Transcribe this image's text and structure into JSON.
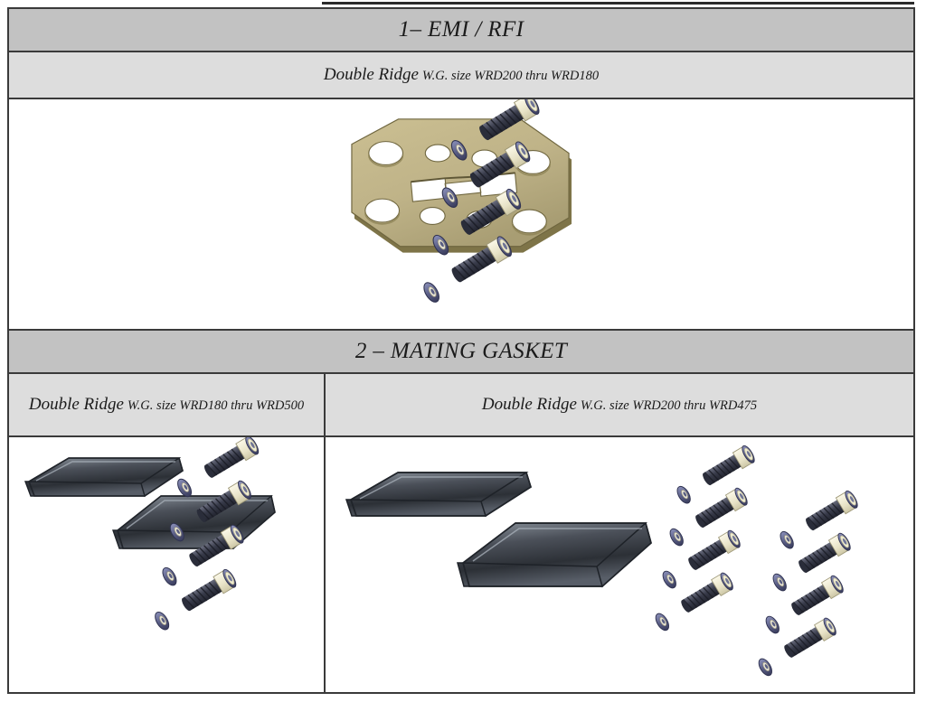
{
  "document": {
    "type": "waveguide-accessory-spec-table",
    "sections": [
      {
        "number": "1",
        "heading": "1– EMI / RFI",
        "subheading_lead": "Double Ridge",
        "subheading_detail": "W.G. size WRD200 thru WRD180"
      },
      {
        "number": "2",
        "heading": "2 – MATING GASKET",
        "columns": [
          {
            "subheading_lead": "Double Ridge",
            "subheading_detail": "W.G. size WRD180 thru WRD500"
          },
          {
            "subheading_lead": "Double Ridge",
            "subheading_detail": "W.G. size WRD200 thru WRD475"
          }
        ]
      }
    ]
  },
  "figures": {
    "emi_rfi": {
      "name": "emi-rfi-gasket-plate-figure",
      "parts": [
        {
          "part": "flange-gasket-plate",
          "count": 1,
          "aperture": "double-ridge",
          "holes": 8
        },
        {
          "part": "socket-head-screw",
          "count": 4
        },
        {
          "part": "lock-washer",
          "count": 4
        }
      ]
    },
    "mating_gasket_left": {
      "name": "mating-gasket-small-figure",
      "parts": [
        {
          "part": "rectangular-gasket-ring",
          "count": 2
        },
        {
          "part": "socket-head-screw",
          "count": 4
        },
        {
          "part": "lock-washer",
          "count": 4
        }
      ]
    },
    "mating_gasket_right": {
      "name": "mating-gasket-large-figure",
      "parts": [
        {
          "part": "rectangular-gasket-ring",
          "count": 2
        },
        {
          "part": "socket-head-screw",
          "count": 8
        },
        {
          "part": "lock-washer",
          "count": 8
        }
      ]
    }
  },
  "colors": {
    "header_band": "#c2c2c2",
    "subheader_band": "#dddddd",
    "border": "#3a3a3a",
    "page_background": "#ffffff",
    "gasket_plate": "#bfb388",
    "gasket_plate_edge": "#7e7448",
    "screw_thread": "#3e4150",
    "screw_head": "#eeead2",
    "washer": "#5b5f87",
    "gasket_ring": "#4b5059",
    "text": "#1b1b1b"
  }
}
